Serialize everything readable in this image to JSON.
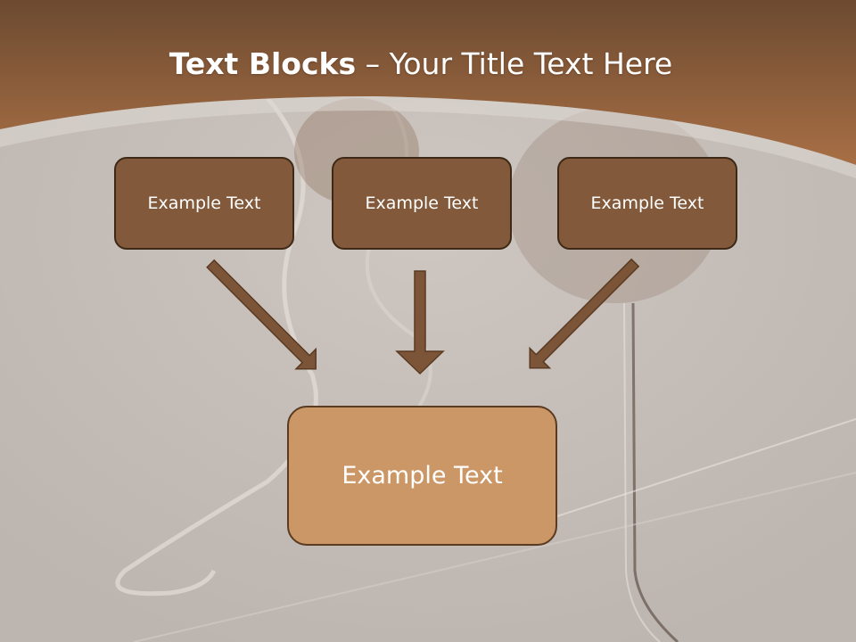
{
  "title": {
    "bold": "Text Blocks",
    "rest": " – Your Title Text Here"
  },
  "blocks": [
    {
      "text": "Example Text"
    },
    {
      "text": "Example Text"
    },
    {
      "text": "Example Text"
    }
  ],
  "target": {
    "text": "Example Text"
  },
  "colors": {
    "header": "#8e5c37",
    "box": "#825a3b",
    "box_border": "#3e2816",
    "target_box": "#cc9766",
    "arrow": "#7c5538",
    "background": "#c7c0bb"
  }
}
